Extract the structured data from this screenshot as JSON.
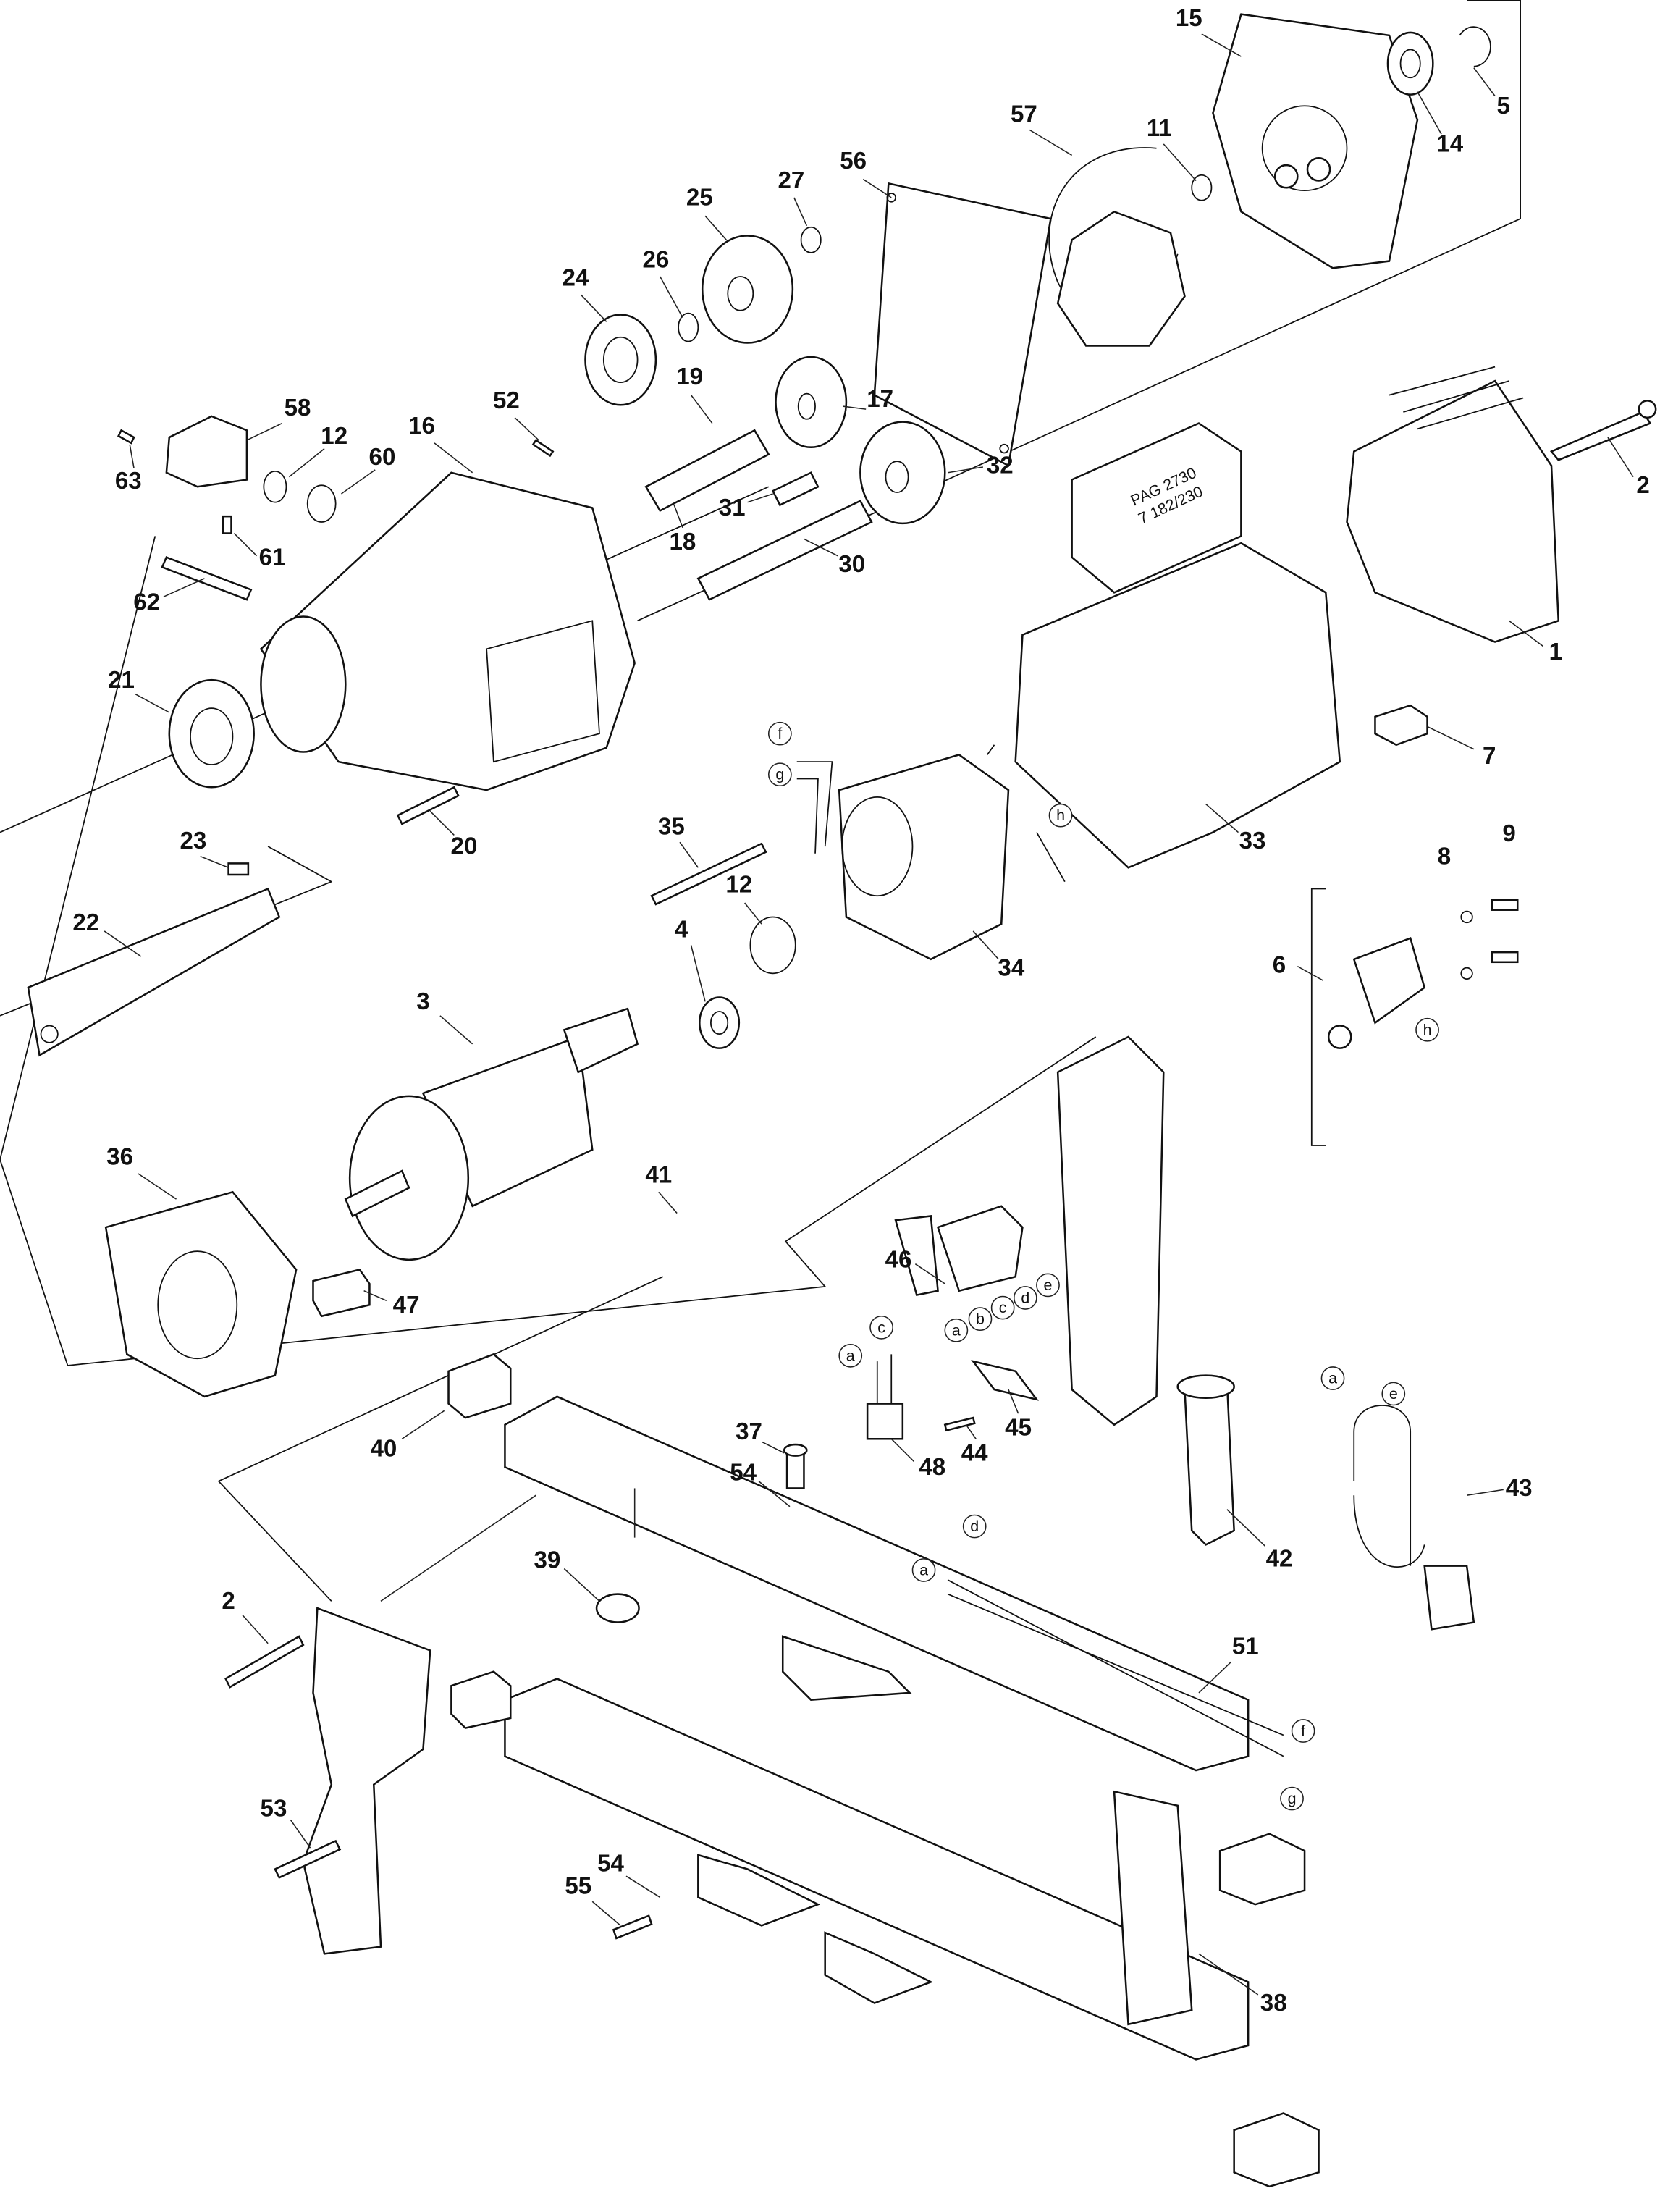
{
  "diagram": {
    "type": "exploded-parts-view",
    "callouts": [
      "15",
      "5",
      "14",
      "57",
      "11",
      "56",
      "27",
      "25",
      "26",
      "24",
      "19",
      "17",
      "58",
      "52",
      "12",
      "16",
      "60",
      "32",
      "2",
      "63",
      "31",
      "18",
      "61",
      "30",
      "62",
      "1",
      "21",
      "7",
      "33",
      "20",
      "35",
      "23",
      "8",
      "9",
      "22",
      "12",
      "4",
      "34",
      "6",
      "3",
      "36",
      "41",
      "46",
      "47",
      "40",
      "37",
      "54",
      "48",
      "44",
      "45",
      "42",
      "43",
      "39",
      "2",
      "51",
      "53",
      "54",
      "55",
      "38"
    ],
    "wire_letters": [
      "f",
      "g",
      "h",
      "h",
      "a",
      "b",
      "c",
      "d",
      "e",
      "a",
      "c",
      "a",
      "e",
      "d",
      "a",
      "f",
      "g"
    ],
    "nameplate": [
      "PAG 2730",
      "7 182/230"
    ]
  }
}
